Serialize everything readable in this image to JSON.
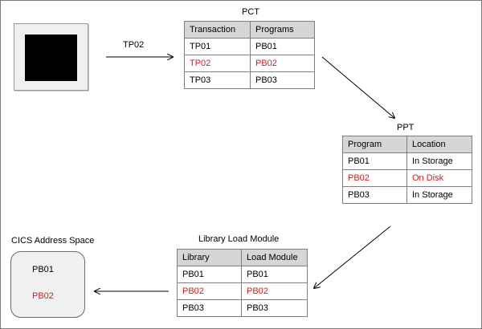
{
  "colors": {
    "highlight": "#d22020",
    "header_fill": "#d6d6d6",
    "border": "#7f7f7f",
    "terminal": "#000000"
  },
  "icons": {
    "terminal": "terminal-screen-icon"
  },
  "request_label": "TP02",
  "pct": {
    "title": "PCT",
    "headers": [
      "Transaction",
      "Programs"
    ],
    "rows": [
      [
        "TP01",
        "PB01"
      ],
      [
        "TP02",
        "PB02"
      ],
      [
        "TP03",
        "PB03"
      ]
    ],
    "highlight_row": 1
  },
  "ppt": {
    "title": "PPT",
    "headers": [
      "Program",
      "Location"
    ],
    "rows": [
      [
        "PB01",
        "In Storage"
      ],
      [
        "PB02",
        "On Disk"
      ],
      [
        "PB03",
        "In Storage"
      ]
    ],
    "highlight_row": 1
  },
  "library": {
    "title": "Library Load Module",
    "headers": [
      "Library",
      "Load Module"
    ],
    "rows": [
      [
        "PB01",
        "PB01"
      ],
      [
        "PB02",
        "PB02"
      ],
      [
        "PB03",
        "PB03"
      ]
    ],
    "highlight_row": 1
  },
  "cics": {
    "title": "CICS Address Space",
    "programs": [
      "PB01",
      "PB02"
    ],
    "highlight_index": 1
  }
}
